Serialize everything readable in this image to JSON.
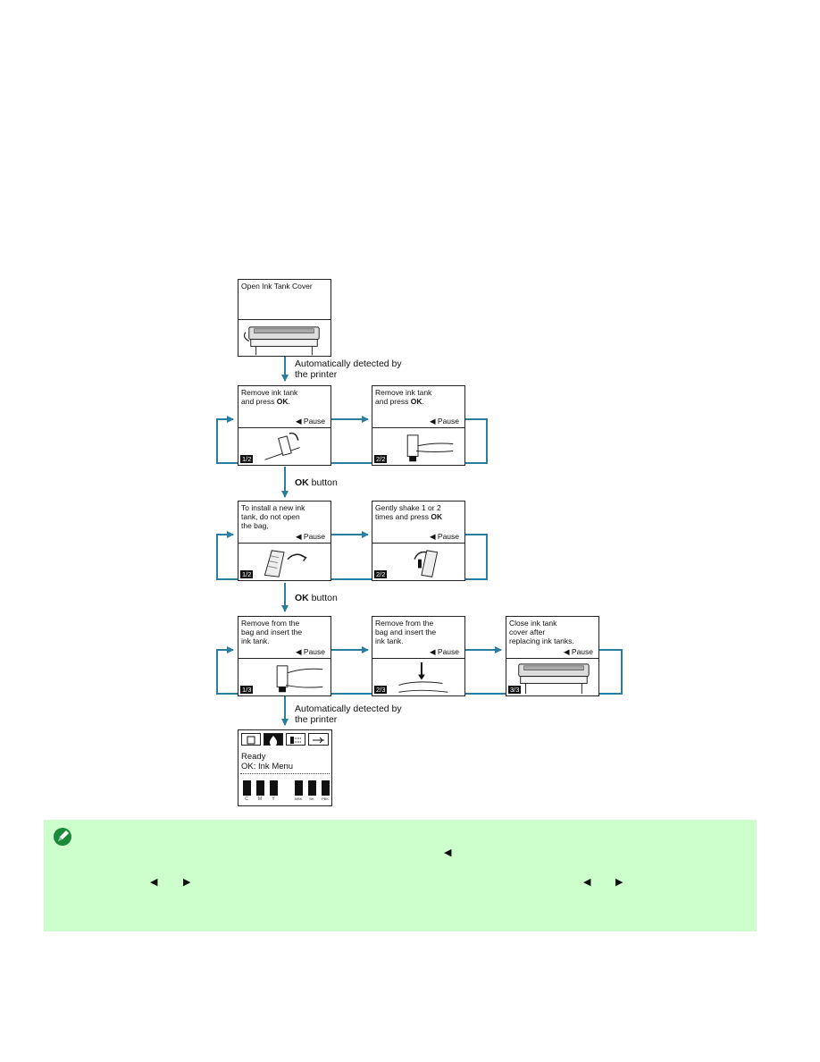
{
  "panels": {
    "open_cover": {
      "text": "Open Ink Tank Cover"
    },
    "remove_1": {
      "text_line1": "Remove ink tank",
      "text_line2a": "and press ",
      "text_line2b": "OK",
      "text_line2c": ".",
      "pause": "◀ Pause",
      "step": "1/2"
    },
    "remove_2": {
      "text_line1": "Remove ink tank",
      "text_line2a": "and press ",
      "text_line2b": "OK",
      "text_line2c": ".",
      "pause": "◀ Pause",
      "step": "2/2"
    },
    "install_1": {
      "text": "To install a new ink\ntank, do not open\nthe bag,",
      "pause": "◀ Pause",
      "step": "1/2"
    },
    "shake_2": {
      "text_line1": "Gently shake 1 or 2",
      "text_line2a": "times and press ",
      "text_line2b": "OK",
      "pause": "◀ Pause",
      "step": "2/2"
    },
    "insert_1": {
      "text": "Remove from the\nbag and insert the\nink tank.",
      "pause": "◀ Pause",
      "step": "1/3"
    },
    "insert_2": {
      "text": "Remove from the\nbag and insert the\nink tank.",
      "pause": "◀ Pause",
      "step": "2/3"
    },
    "close_3": {
      "text": "Close ink tank\ncover after\nreplacing ink tanks.",
      "pause": "◀ Pause",
      "step": "3/3"
    }
  },
  "labels": {
    "auto_detect_1": "Automatically detected by\nthe printer",
    "ok_button_1_bold": "OK",
    "ok_button_1_rest": " button",
    "ok_button_2_bold": "OK",
    "ok_button_2_rest": " button",
    "auto_detect_2": "Automatically detected by\nthe printer"
  },
  "lcd": {
    "status_line1": "Ready",
    "status_line2": "OK: Ink Menu",
    "ink_labels": [
      "C",
      "M",
      "Y",
      "MBK",
      "BK",
      "PBK"
    ]
  },
  "colors": {
    "flow_arrow": "#2a7fa0",
    "note_background": "#ccffcc",
    "note_icon": "#1a8a3a"
  },
  "note": {
    "icon": "pencil-note-icon",
    "glyph_left": "◀",
    "glyph_right": "▶"
  }
}
